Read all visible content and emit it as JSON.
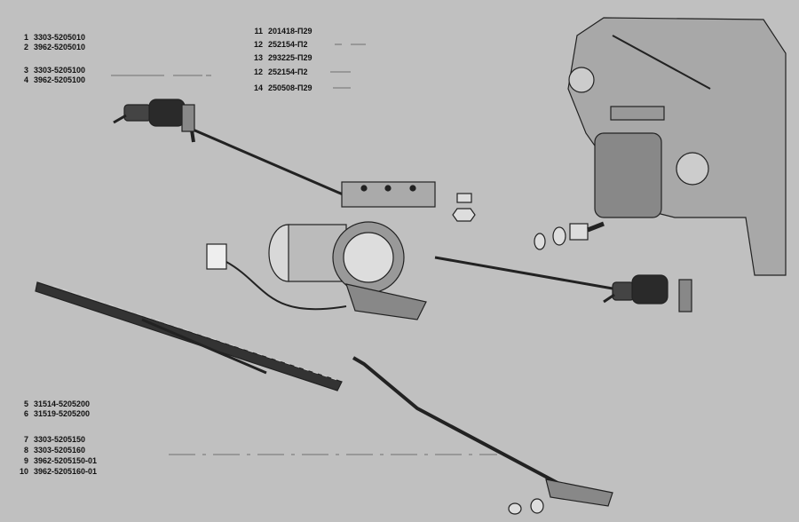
{
  "title": "Windshield wiper assembly parts diagram",
  "left_labels_top": [
    {
      "num": "1",
      "code": "3303-5205010"
    },
    {
      "num": "2",
      "code": "3962-5205010"
    },
    {
      "num": "3",
      "code": "3303-5205100"
    },
    {
      "num": "4",
      "code": "3962-5205100"
    }
  ],
  "right_labels_top": [
    {
      "num": "11",
      "code": "201418-П29"
    },
    {
      "num": "12",
      "code": "252154-П2"
    },
    {
      "num": "13",
      "code": "293225-П29"
    },
    {
      "num": "12",
      "code": "252154-П2"
    },
    {
      "num": "14",
      "code": "250508-П29"
    }
  ],
  "left_labels_bottom": [
    {
      "num": "5",
      "code": "31514-5205200"
    },
    {
      "num": "6",
      "code": "31519-5205200"
    },
    {
      "num": "7",
      "code": "3303-5205150"
    },
    {
      "num": "8",
      "code": "3303-5205160"
    },
    {
      "num": "9",
      "code": "3962-5205150-01"
    },
    {
      "num": "10",
      "code": "3962-5205160-01"
    }
  ],
  "colors": {
    "background": "#c0c0c0",
    "ink": "#111111"
  }
}
